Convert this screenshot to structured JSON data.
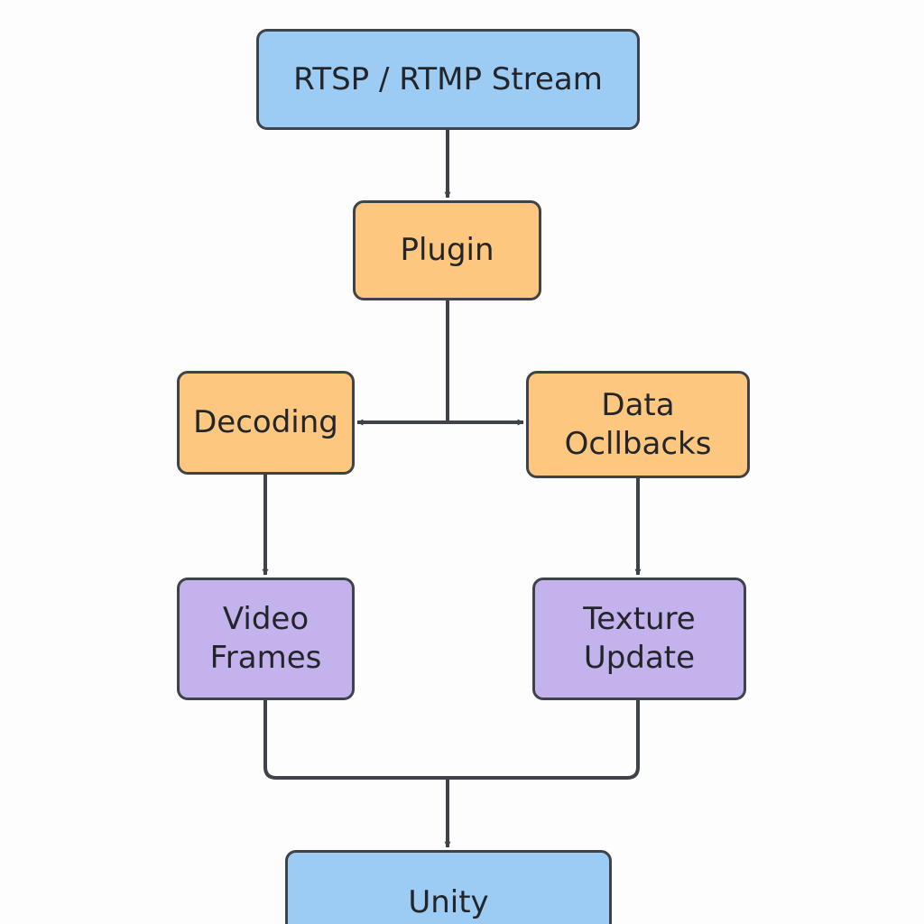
{
  "diagram": {
    "nodes": {
      "stream": {
        "lines": [
          "RTSP / RTMP Stream"
        ]
      },
      "plugin": {
        "lines": [
          "Plugin"
        ]
      },
      "decoding": {
        "lines": [
          "Decoding"
        ]
      },
      "data": {
        "lines": [
          "Data",
          "Ocllbacks"
        ]
      },
      "video": {
        "lines": [
          "Video",
          "Frames"
        ]
      },
      "texture": {
        "lines": [
          "Texture",
          "Update"
        ]
      },
      "unity": {
        "lines": [
          "Unity"
        ]
      }
    },
    "edges": [
      {
        "from": "stream",
        "to": "plugin"
      },
      {
        "from": "plugin",
        "to": "decoding"
      },
      {
        "from": "plugin",
        "to": "data"
      },
      {
        "from": "decoding",
        "to": "video"
      },
      {
        "from": "data",
        "to": "texture"
      },
      {
        "from": "video",
        "to": "unity"
      },
      {
        "from": "texture",
        "to": "unity"
      }
    ],
    "colors": {
      "input_output": "#9ccbf3",
      "processing": "#fdc77f",
      "result": "#c4b2ec",
      "line": "#3d4349",
      "text": "#22262b"
    }
  }
}
